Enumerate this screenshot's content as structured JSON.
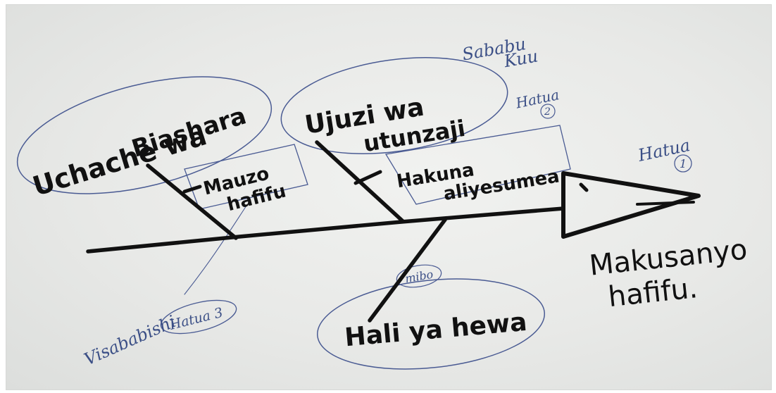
{
  "diagram": {
    "effect": "Makusanyo hafifu.",
    "causes": {
      "business_review": {
        "line1": "Uchache wa",
        "line2": "Biashara"
      },
      "management_skills": {
        "line1": "Ujuzi wa",
        "line2": "utunzaji"
      },
      "weather": "Hali ya hewa"
    },
    "sub_causes": {
      "low_income": {
        "line1": "Mauzo",
        "line2": "hafifu"
      },
      "nobody_cares": {
        "line1": "Hakuna",
        "line2": "aliyesumea"
      }
    },
    "annotations": {
      "root_causes": {
        "line1": "Sababu",
        "line2": "Kuu"
      },
      "step_2": {
        "label": "Hatua",
        "number": "2"
      },
      "step_1": {
        "label": "Hatua",
        "number": "1"
      },
      "step_3": "Hatua 3",
      "contributors": "Visababishi",
      "trend": "mibo"
    },
    "colors": {
      "ink": "#111111",
      "pen_blue": "#4a5b93",
      "paper": "#e9eae8"
    }
  }
}
